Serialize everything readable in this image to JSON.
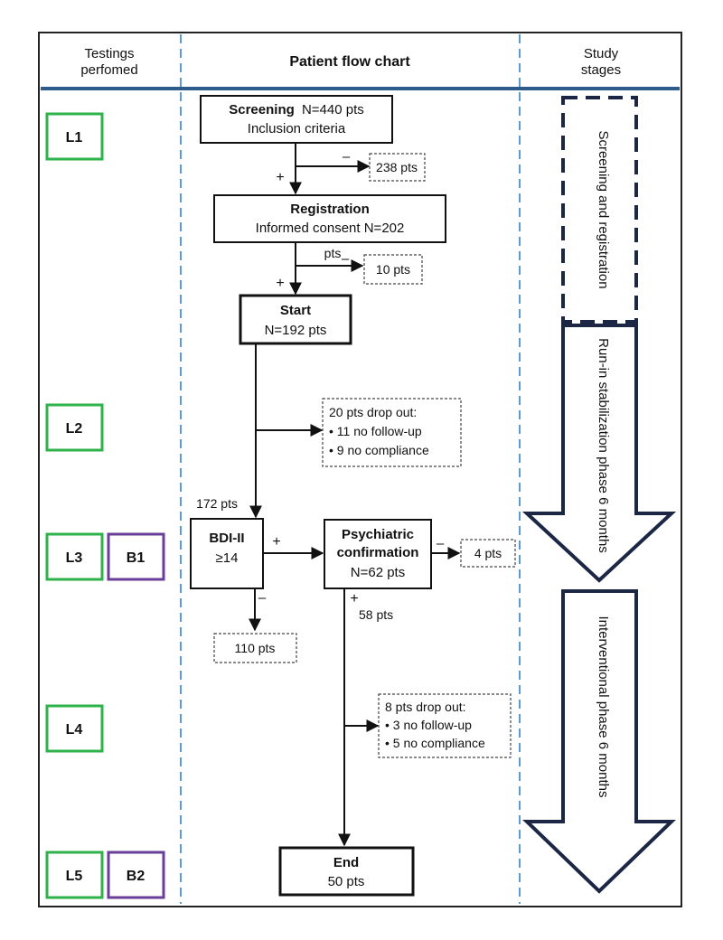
{
  "header": {
    "col_testings": [
      "Testings",
      "perfomed"
    ],
    "col_flow": "Patient flow chart",
    "col_stages": [
      "Study",
      "stages"
    ]
  },
  "tests": [
    {
      "label": "L1",
      "color": "#2db34a"
    },
    {
      "label": "L2",
      "color": "#2db34a"
    },
    {
      "label": "L3",
      "color": "#2db34a"
    },
    {
      "label": "B1",
      "color": "#6a3d9a"
    },
    {
      "label": "L4",
      "color": "#2db34a"
    },
    {
      "label": "L5",
      "color": "#2db34a"
    },
    {
      "label": "B2",
      "color": "#6a3d9a"
    }
  ],
  "flow": {
    "screening": {
      "title": "Screening",
      "count": "N=440 pts",
      "sub": "Inclusion criteria"
    },
    "excluded_screening": "238 pts",
    "registration": {
      "title": "Registration",
      "sub": "Informed consent N=202"
    },
    "pts_fragment": "pts",
    "excluded_registration": "10 pts",
    "start": {
      "title": "Start",
      "count": "N=192 pts"
    },
    "dropout1": [
      "20 pts drop out:",
      "• 11 no follow-up",
      "• 9 no compliance"
    ],
    "after_runin": "172 pts",
    "bdi": {
      "title": "BDI-II",
      "threshold": "≥14"
    },
    "bdi_negative": "110 pts",
    "psych": {
      "title1": "Psychiatric",
      "title2": "confirmation",
      "count": "N=62 pts"
    },
    "psych_negative": "4 pts",
    "psych_positive": "58 pts",
    "dropout2": [
      "8 pts drop out:",
      "• 3 no follow-up",
      "• 5 no compliance"
    ],
    "end": {
      "title": "End",
      "count": "50 pts"
    },
    "plus": "+",
    "minus": "–"
  },
  "stages": [
    "Screening and registration",
    "Run-in stabilization phase 6 months",
    "Interventional phase 6 months"
  ],
  "colors": {
    "divider": "#5b9bd5",
    "header_rule": "#2e5c8a",
    "stage_outline": "#1c2745",
    "frame": "#222222"
  }
}
